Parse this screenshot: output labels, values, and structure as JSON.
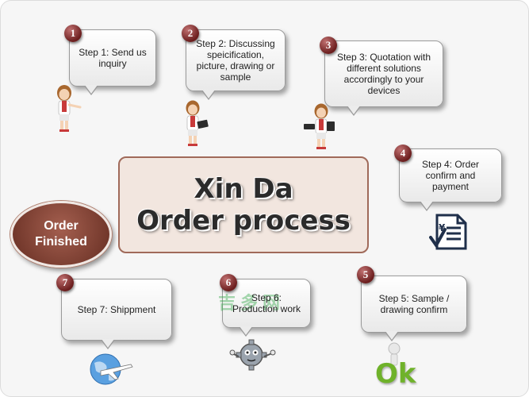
{
  "diagram": {
    "title_line1": "Xin Da",
    "title_line2": "Order process",
    "finished_line1": "Order",
    "finished_line2": "Finished",
    "steps": [
      {
        "number": "1",
        "label": "Step 1: Send us inquiry"
      },
      {
        "number": "2",
        "label": "Step 2: Discussing speicification, picture, drawing or sample"
      },
      {
        "number": "3",
        "label": "Step 3: Quotation with different solutions accordingly to your devices"
      },
      {
        "number": "4",
        "label": "Step 4: Order confirm and payment"
      },
      {
        "number": "5",
        "label": "Step 5: Sample / drawing confirm"
      },
      {
        "number": "6",
        "label": "Step 6: Production work"
      },
      {
        "number": "7",
        "label": "Step 7: Shippment"
      }
    ],
    "ok_text": "Ok",
    "watermark_text": "吉多网"
  },
  "colors": {
    "badge": "#6b1e1e",
    "finished_fill": "#8a4a3c",
    "center_border": "#a06a5a",
    "ok_green": "#6fb22a"
  },
  "icons": [
    "woman-figure-icon",
    "woman-tablet-icon",
    "woman-tablet-icon",
    "invoice-check-icon",
    "ok-figure-icon",
    "gear-figure-icon",
    "globe-plane-icon"
  ]
}
